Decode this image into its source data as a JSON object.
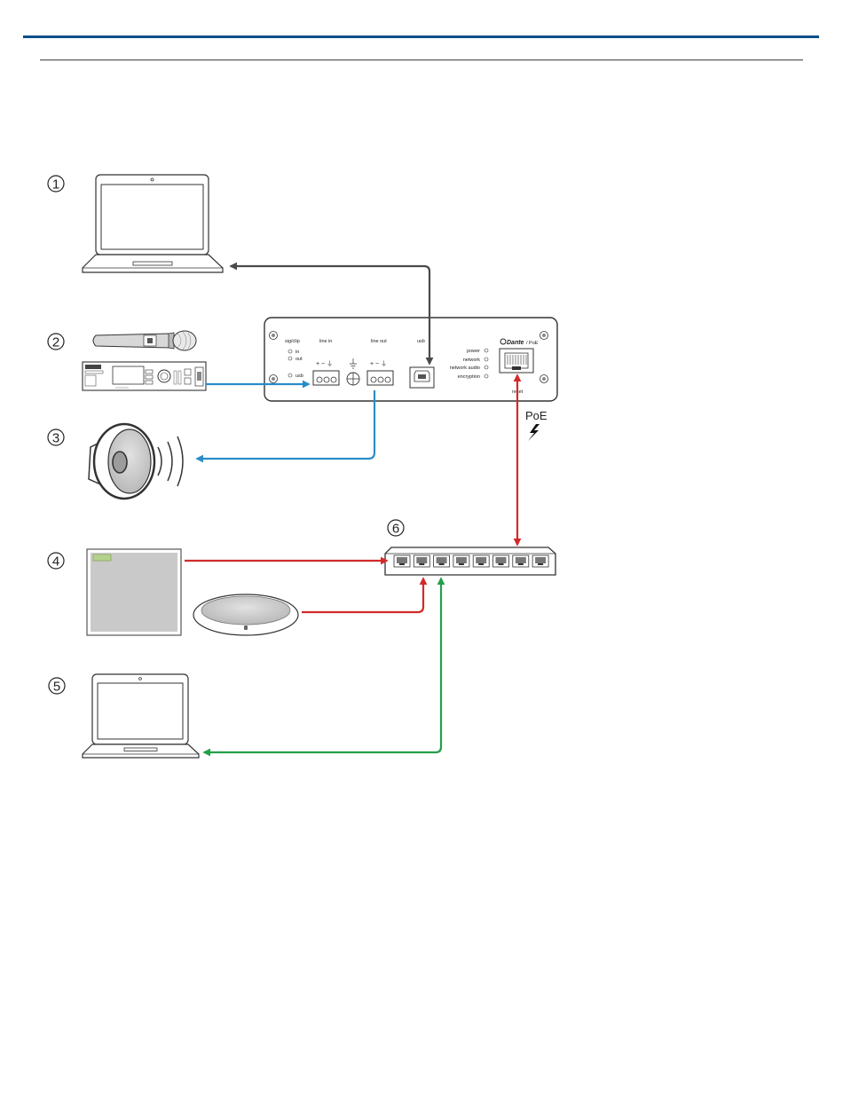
{
  "colors": {
    "header_rule": "#0b4f8a",
    "sub_rule": "#555555",
    "usb_cable": "#4a4a4a",
    "analog_cable": "#2a8dc8",
    "dante_cable": "#d32a2a",
    "control_cable": "#23a04a"
  },
  "callouts": [
    "1",
    "2",
    "3",
    "4",
    "5",
    "6"
  ],
  "device_panel": {
    "sig_clip": "sig/clip",
    "in": "in",
    "out": "out",
    "usb_led": "usb",
    "line_in": "line in",
    "line_out": "line out",
    "usb": "usb",
    "polarity": "+ − ⏚",
    "status_leds": [
      "power",
      "network",
      "network audio",
      "encryption"
    ],
    "dante_logo": "Dante",
    "dante_suffix": "/ PoE",
    "reset": "reset"
  },
  "poe_label": "PoE",
  "icons": {
    "laptop_top": "laptop-icon",
    "receiver": "wireless-receiver-icon",
    "microphone": "handheld-microphone-icon",
    "speaker": "loudspeaker-icon",
    "ceiling_array": "ceiling-microphone-icon",
    "table_array": "table-microphone-icon",
    "laptop_bottom": "laptop-icon",
    "switch": "network-switch-icon",
    "poe_bolt": "lightning-bolt-icon"
  }
}
